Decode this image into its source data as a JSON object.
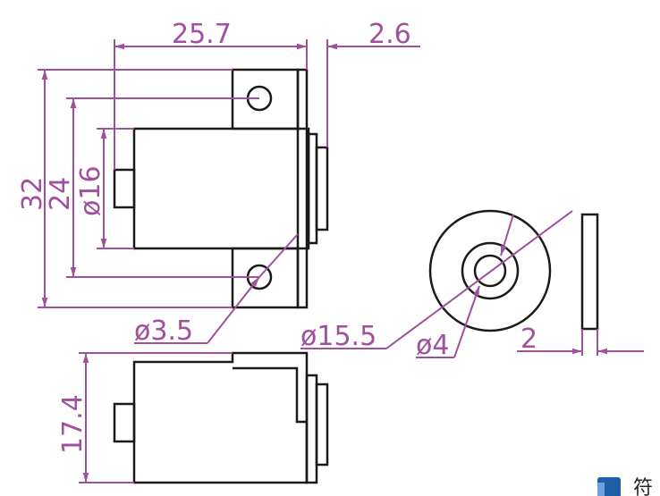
{
  "drawing": {
    "colors": {
      "outline": "#1a1a1a",
      "dimension": "#a0509c",
      "background": "#ffffff",
      "watermark_icon": "#1f5fa8"
    },
    "dimensions": {
      "width_overall": "25.7",
      "plate_thickness": "2.6",
      "height_overall": "32",
      "hole_spacing": "24",
      "body_diameter": "ø16",
      "hole_diameter": "ø3.5",
      "washer_outer_diameter": "ø15.5",
      "washer_inner_diameter": "ø4",
      "washer_thickness": "2",
      "side_height": "17.4"
    },
    "watermark": {
      "text": "符",
      "icon": "document-icon"
    }
  }
}
